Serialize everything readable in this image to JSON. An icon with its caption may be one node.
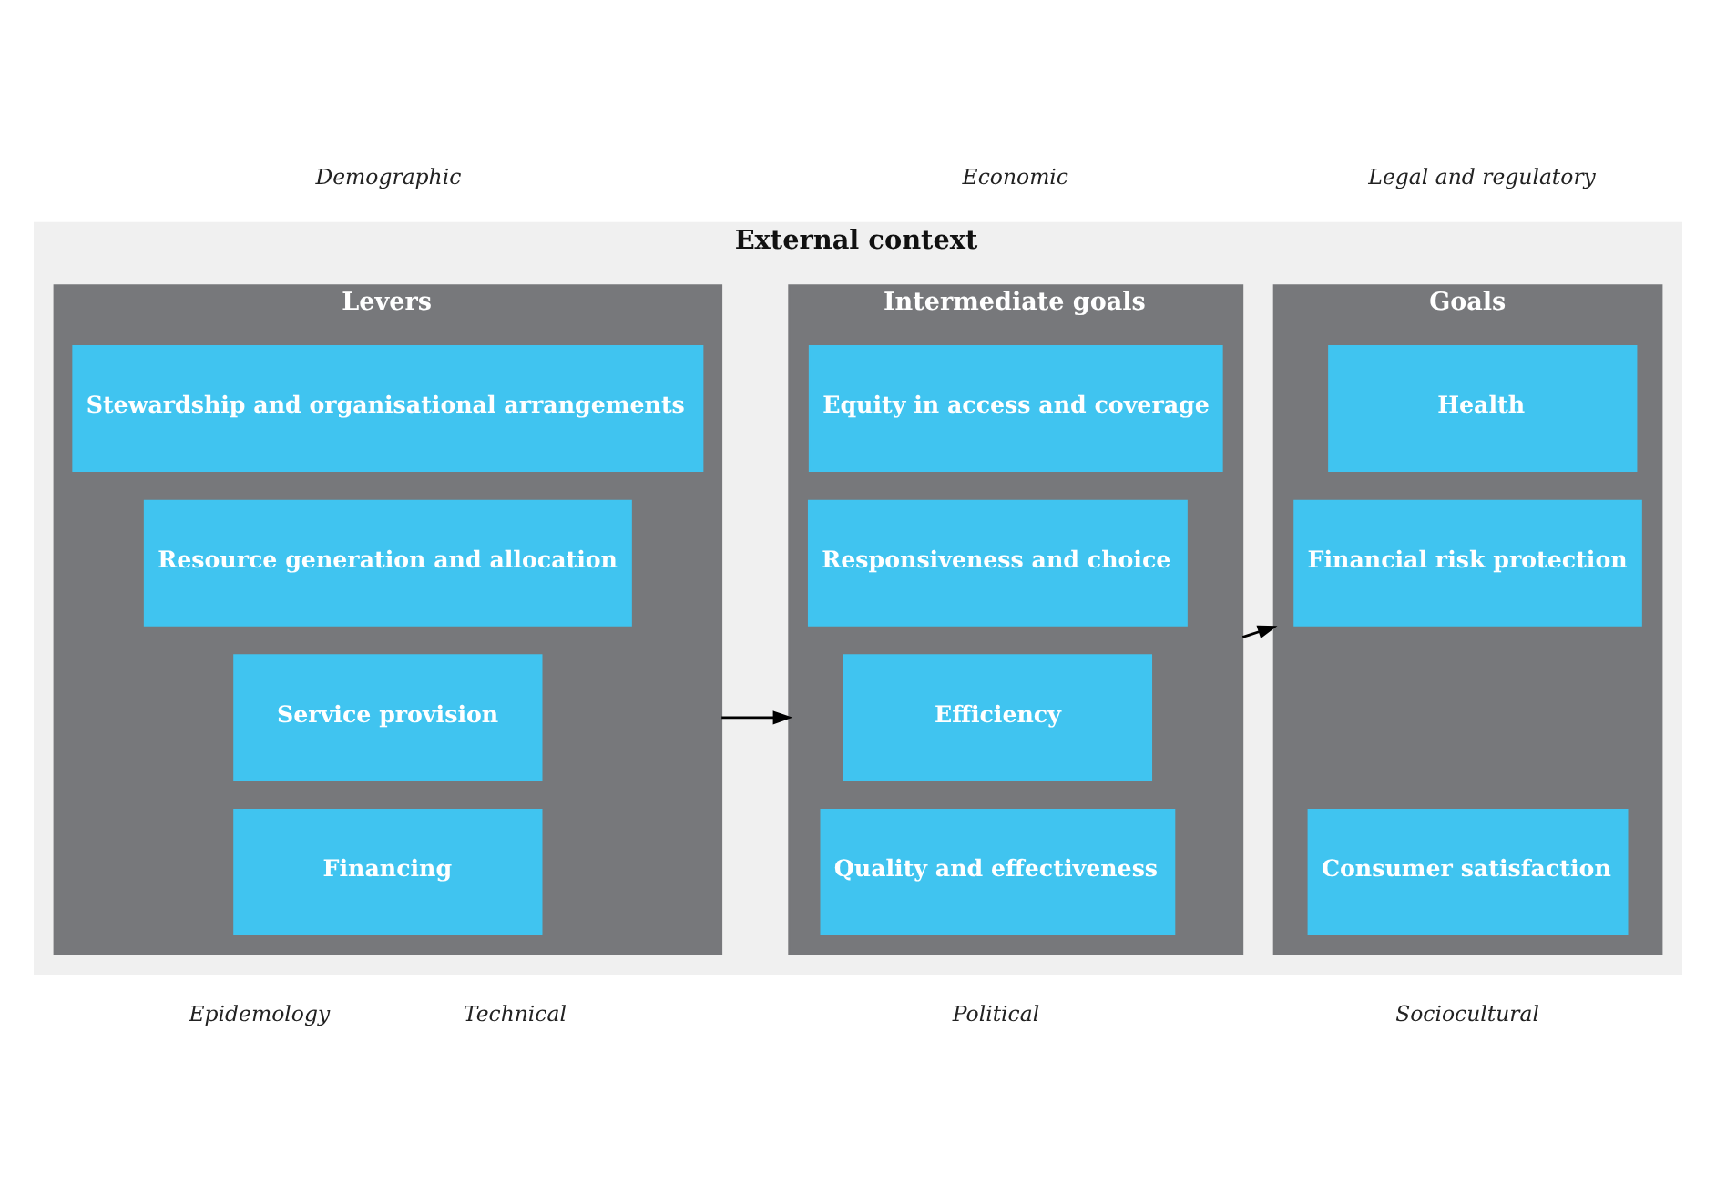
{
  "diagram": {
    "nodes": [
      {
        "text": [
          "External context"
        ]
      },
      {
        "text": [
          "Levers"
        ],
        "in": 0
      },
      {
        "text": [
          "Stewardship and organisational arrangements"
        ],
        "in": 1
      },
      {
        "text": [
          "Resource generation and allocation"
        ],
        "in": 1
      },
      {
        "text": [
          "Service provision"
        ],
        "in": 1
      },
      {
        "text": [
          "Financing"
        ],
        "in": 1
      },
      {
        "text": [
          "Intermediate goals"
        ],
        "in": 0
      },
      {
        "text": [
          "Equity in access and coverage"
        ],
        "in": 6
      },
      {
        "text": [
          "Responsiveness and choice"
        ],
        "in": 6
      },
      {
        "text": [
          "Efficiency"
        ],
        "in": 6
      },
      {
        "text": [
          "Quality and effectiveness"
        ],
        "in": 6
      },
      {
        "text": [
          "Goals"
        ],
        "in": 0
      },
      {
        "text": [
          "Health"
        ],
        "in": 11
      },
      {
        "text": [
          "Financial risk protection"
        ],
        "in": 11
      },
      {
        "text": [
          "Consumer satisfaction"
        ],
        "in": 11
      }
    ],
    "edges": [
      {
        "from": 1,
        "to": 6,
        "arrow": "to"
      },
      {
        "from": 6,
        "to": 11,
        "arrow": "to"
      }
    ],
    "labels": [
      "Demographic",
      "Economic",
      "Legal and regulatory",
      "Epidemology",
      "Technical",
      "Political",
      "Sociocultural"
    ]
  }
}
